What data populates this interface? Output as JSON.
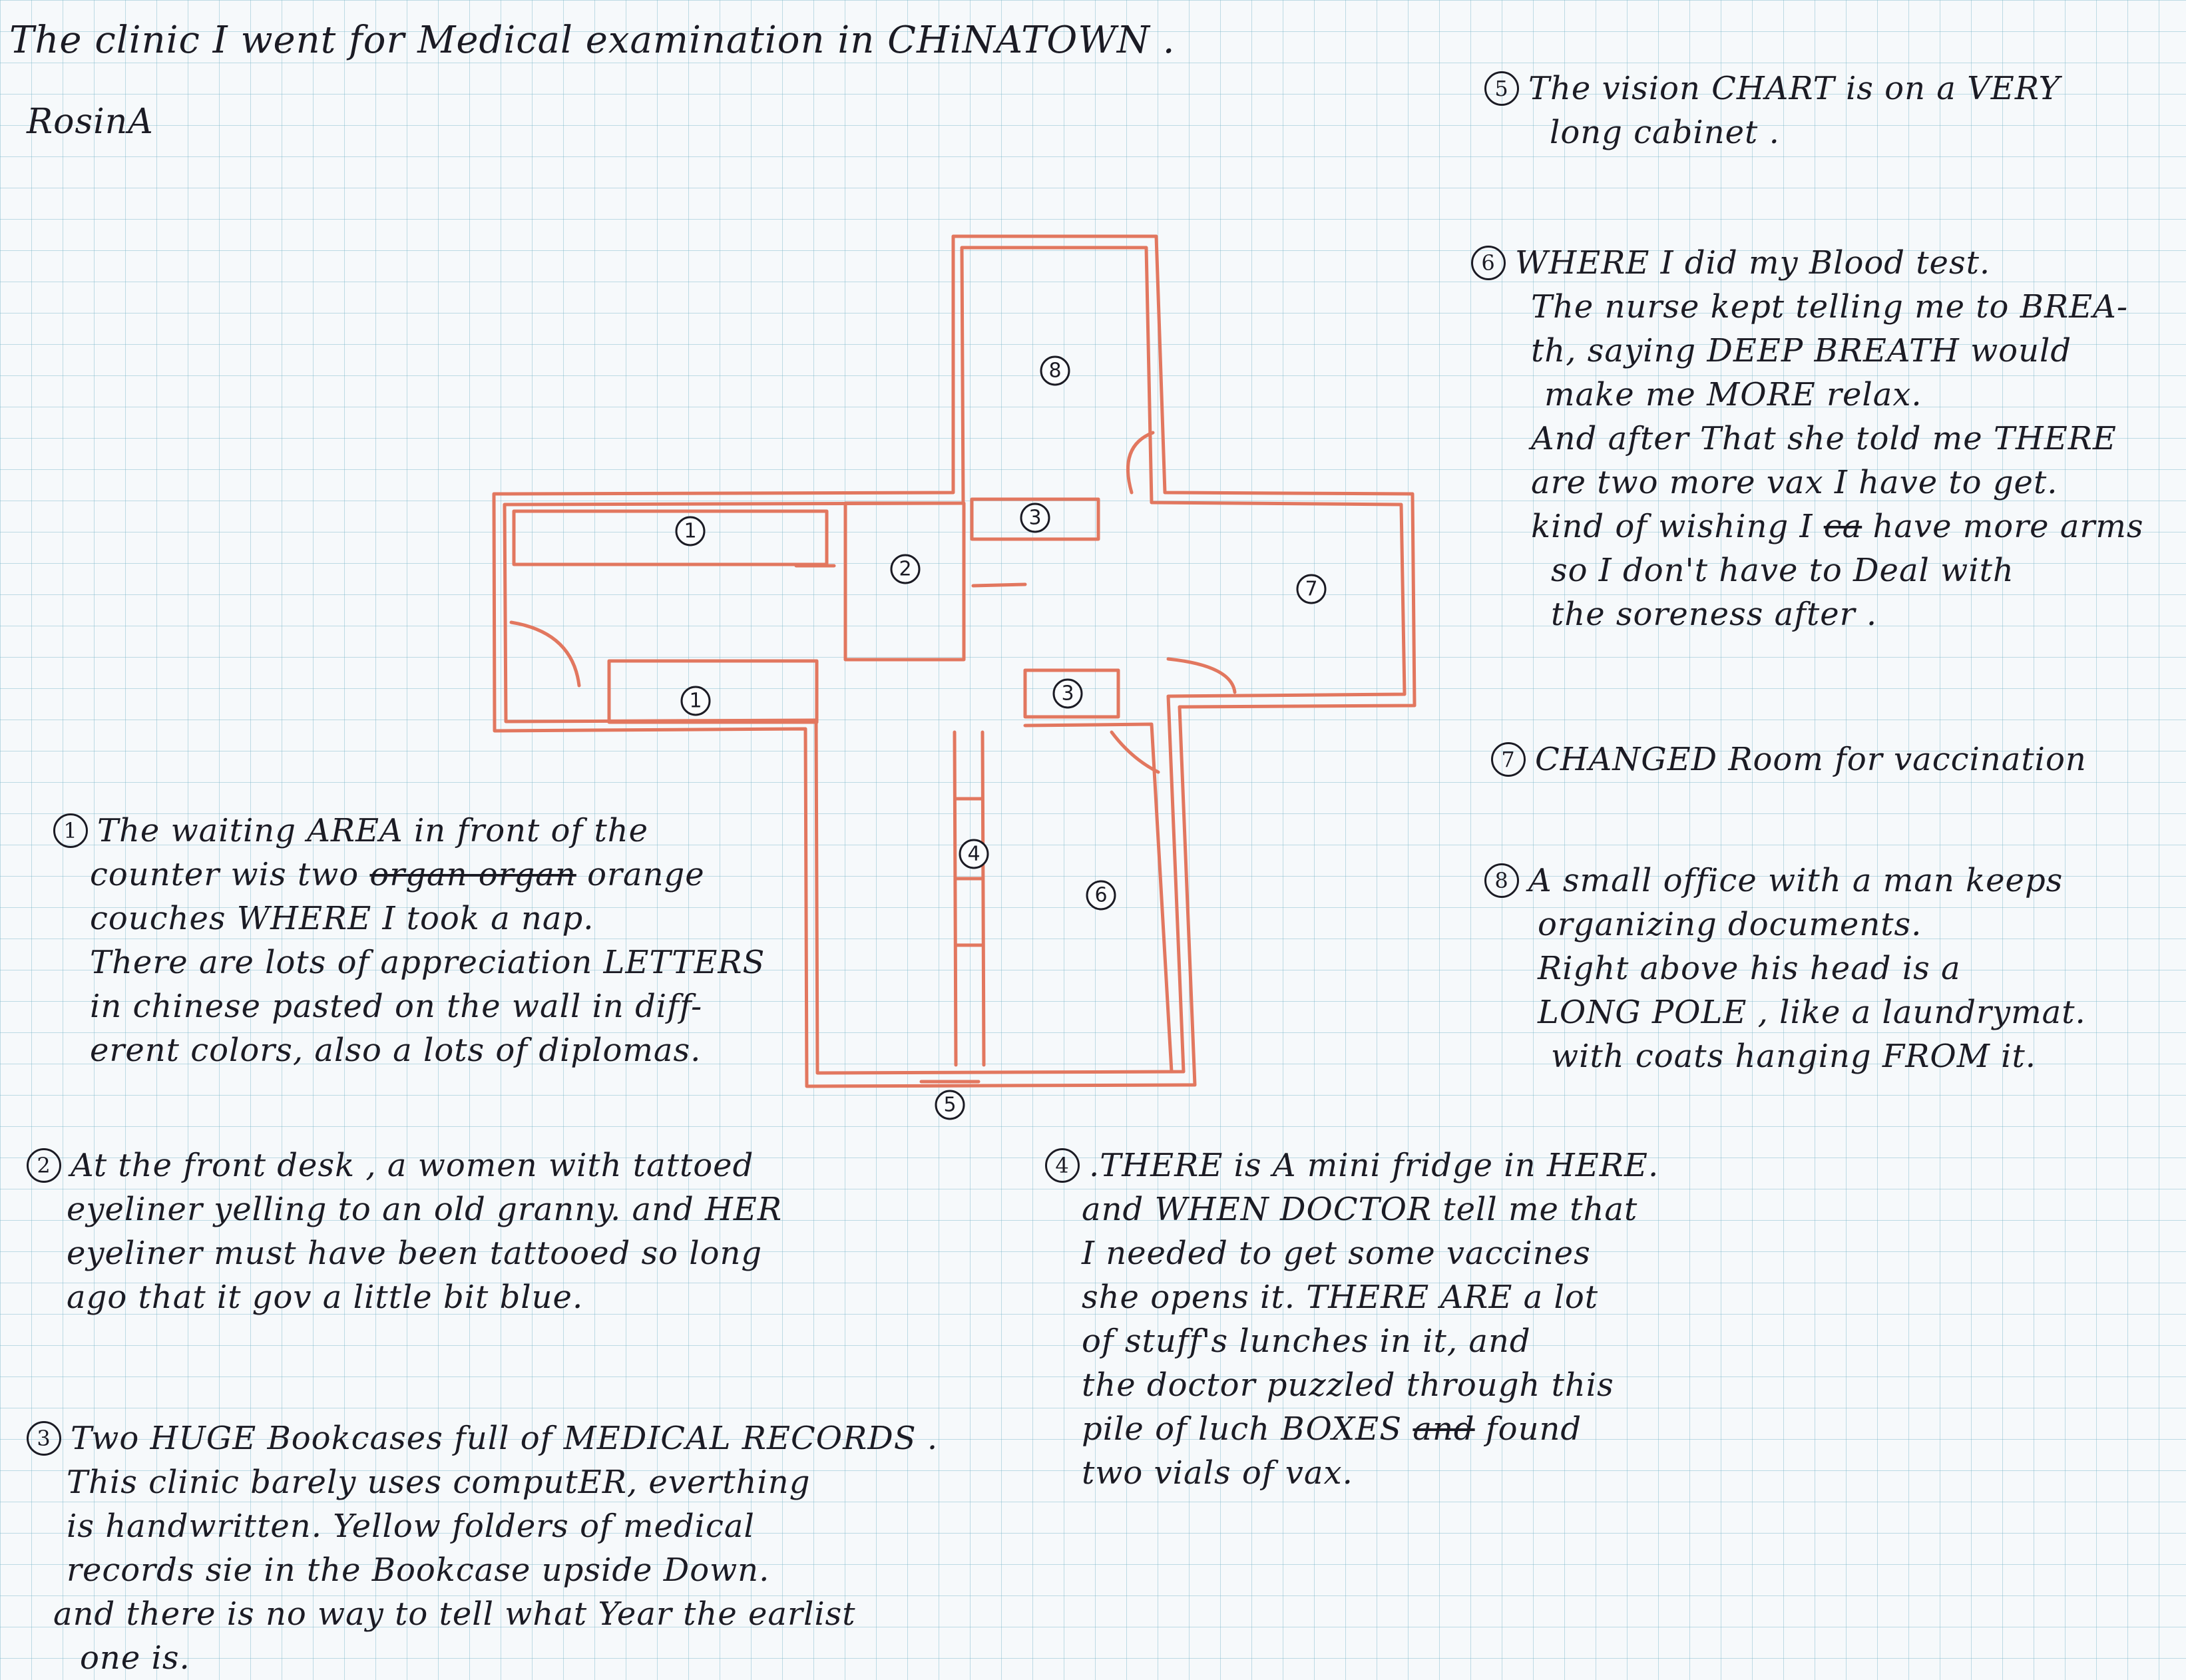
{
  "header": {
    "title": "The clinic I went for Medical examination in CHiNATOWN .",
    "author": "RosinA"
  },
  "floor_plan": {
    "room_markers": [
      "1",
      "1",
      "2",
      "3",
      "3",
      "4",
      "5",
      "6",
      "7",
      "8"
    ]
  },
  "notes": [
    {
      "number": "1",
      "lines": [
        "The waiting AREA in front of the",
        "counter wis two",
        "couches WHERE I took a nap.",
        "There are lots of appreciation LETTERS",
        "in chinese pasted on the wall in diff-",
        "erent colors, also a lots of diplomas."
      ],
      "struck": "organ organ",
      "after_struck": " orange"
    },
    {
      "number": "2",
      "lines": [
        "At the front desk , a women with tattoed",
        "eyeliner yelling to an old granny. and HER",
        "eyeliner must have been tattooed so long",
        "ago that it gov a little bit blue."
      ]
    },
    {
      "number": "3",
      "lines": [
        "Two HUGE Bookcases full of MEDICAL RECORDS .",
        "This clinic barely uses computER, everthing",
        "is handwritten. Yellow folders of medical",
        "records sie in the Bookcase upside Down.",
        "and there is no way to tell what Year the earlist",
        "one is."
      ]
    },
    {
      "number": "4",
      "lines": [
        ".THERE is A mini fridge in HERE.",
        "and WHEN DOCTOR tell me that",
        "I needed to get some vaccines",
        "she opens it. THERE ARE a lot",
        "of stuff's lunches in it, and",
        "the doctor puzzled through this",
        "pile of luch BOXES",
        "two vials of vax."
      ],
      "struck": "and",
      "after_struck": " found"
    },
    {
      "number": "5",
      "lines": [
        "The vision CHART is on a VERY",
        "long cabinet ."
      ]
    },
    {
      "number": "6",
      "lines": [
        "WHERE I did my Blood test.",
        "The nurse kept telling me to BREA-",
        "th, saying DEEP BREATH would",
        "make me MORE relax.",
        "And after That she told me THERE",
        "are two more vax I have to get.",
        "kind of wishing I",
        "so I don't have to Deal with",
        "the soreness after ."
      ],
      "struck": "ca",
      "after_struck": " have more arms"
    },
    {
      "number": "7",
      "lines": [
        "CHANGED Room for vaccination"
      ]
    },
    {
      "number": "8",
      "lines": [
        "A small office with a man keeps",
        "organizing documents.",
        "Right above his head is a",
        "LONG POLE , like a laundrymat.",
        "with coats hanging FROM it."
      ]
    }
  ],
  "colors": {
    "wall": "#e2775f",
    "ink": "#1b1b24",
    "grid": "#78b4c8"
  }
}
